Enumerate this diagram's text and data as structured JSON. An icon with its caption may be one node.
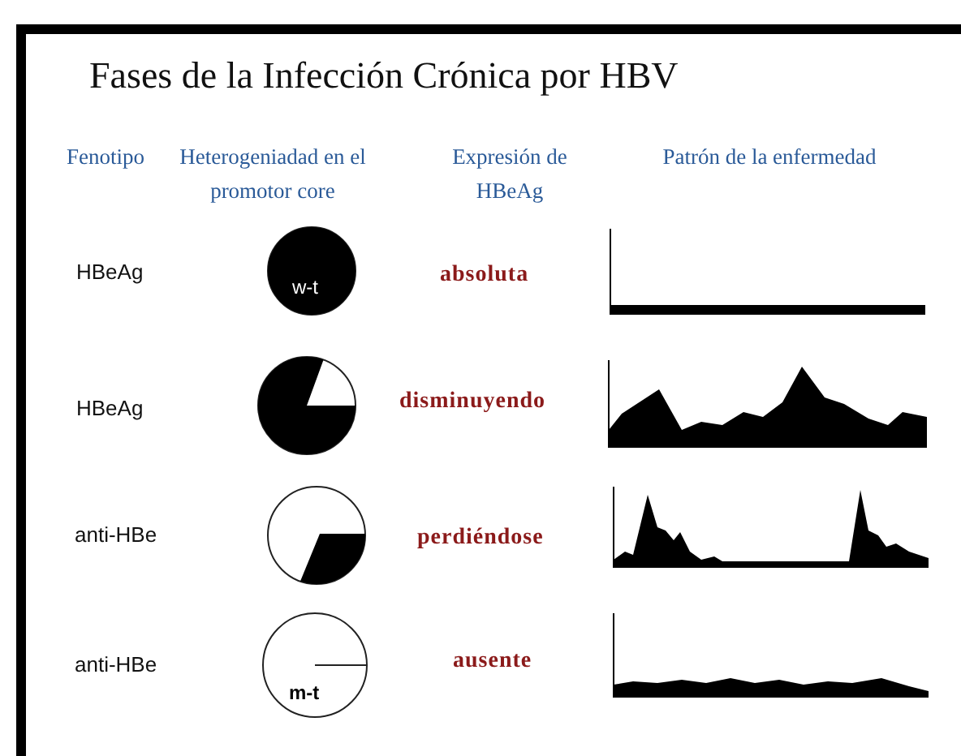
{
  "diagram": {
    "title": "Fases de la Infección Crónica por HBV",
    "nodes": [
      {
        "text": [
          "w-t"
        ]
      },
      {
        "text": [],
        "shape": "circle"
      },
      {
        "text": [],
        "shape": "circle"
      },
      {
        "text": [
          "m-t"
        ]
      }
    ],
    "labels": [
      "Fenotipo",
      "Heterogeniadad en el promotor core",
      "Expresión de HBeAg",
      "Patrón de la enfermedad",
      "HBeAg",
      "absoluta",
      "HBeAg",
      "disminuyendo",
      "anti-HBe",
      "perdiéndose",
      "anti-HBe",
      "ausente"
    ]
  }
}
